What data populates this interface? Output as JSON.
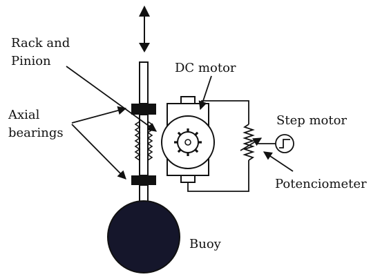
{
  "labels": {
    "rack_line1": "Rack and",
    "rack_line2": "Pinion",
    "dc_motor": "DC motor",
    "axial_line1": "Axial",
    "axial_line2": "bearings",
    "step_motor": "Step motor",
    "potenciometer": "Potenciometer",
    "buoy": "Buoy"
  },
  "colors": {
    "ink": "#111111",
    "buoy_fill": "#15162b",
    "background": "#ffffff"
  }
}
